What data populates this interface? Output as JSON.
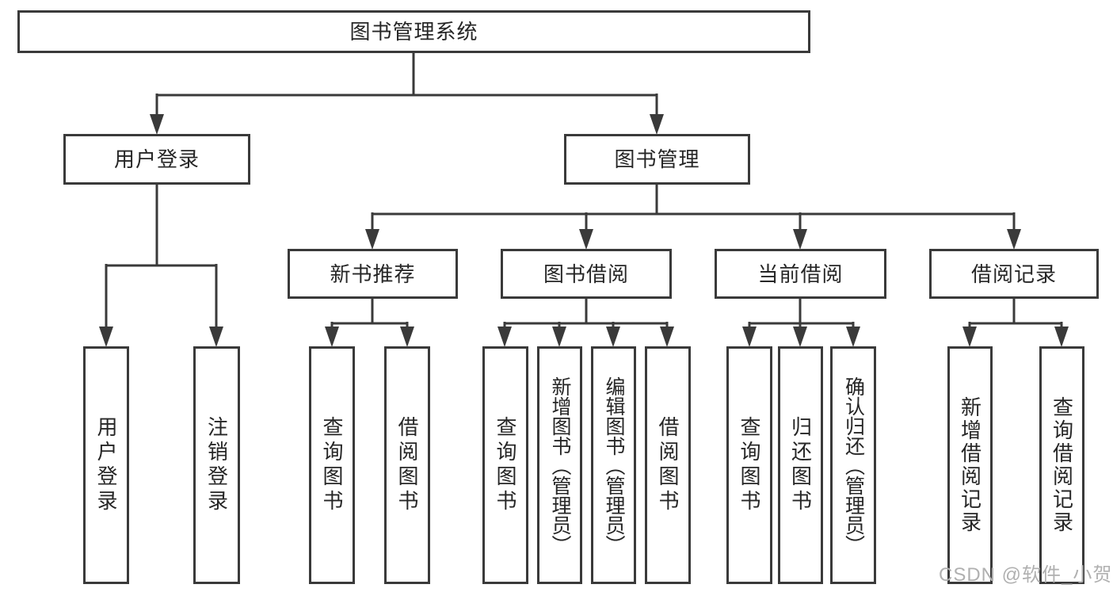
{
  "tree": {
    "root": {
      "label": "图书管理系统"
    },
    "branches": [
      {
        "label": "用户登录",
        "children": [
          {
            "label": "用户登录"
          },
          {
            "label": "注销登录"
          }
        ]
      },
      {
        "label": "图书管理",
        "children": [
          {
            "label": "新书推荐",
            "children": [
              {
                "label": "查询图书"
              },
              {
                "label": "借阅图书"
              }
            ]
          },
          {
            "label": "图书借阅",
            "children": [
              {
                "label": "查询图书"
              },
              {
                "label": "新增图书（管理员）"
              },
              {
                "label": "编辑图书（管理员）"
              },
              {
                "label": "借阅图书"
              }
            ]
          },
          {
            "label": "当前借阅",
            "children": [
              {
                "label": "查询图书"
              },
              {
                "label": "归还图书"
              },
              {
                "label": "确认归还（管理员）"
              }
            ]
          },
          {
            "label": "借阅记录",
            "children": [
              {
                "label": "新增借阅记录"
              },
              {
                "label": "查询借阅记录"
              }
            ]
          }
        ]
      }
    ]
  },
  "watermark": {
    "text": "CSDN @软件_小贺同学"
  },
  "colors": {
    "line": "#3a3a3a",
    "text": "#262626",
    "watermark": "#b0b0b0",
    "background": "#ffffff"
  }
}
